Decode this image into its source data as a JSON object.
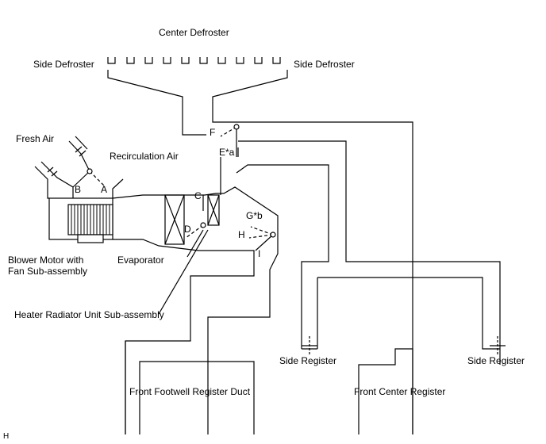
{
  "labels": {
    "center_defroster": "Center Defroster",
    "side_defroster_left": "Side Defroster",
    "side_defroster_right": "Side Defroster",
    "fresh_air": "Fresh Air",
    "recirculation_air": "Recirculation Air",
    "blower_motor": "Blower Motor with",
    "blower_motor_2": "Fan Sub-assembly",
    "evaporator": "Evaporator",
    "heater_radiator": "Heater Radiator Unit Sub-assembly",
    "side_register_left": "Side Register",
    "side_register_right": "Side Register",
    "front_footwell": "Front Footwell Register Duct",
    "front_center": "Front Center Register",
    "corner_code": "H"
  },
  "damper_letters": {
    "a": "A",
    "b": "B",
    "c": "C",
    "d": "D",
    "e": "E*a",
    "f": "F",
    "g": "G*b",
    "h": "H",
    "i": "I"
  }
}
